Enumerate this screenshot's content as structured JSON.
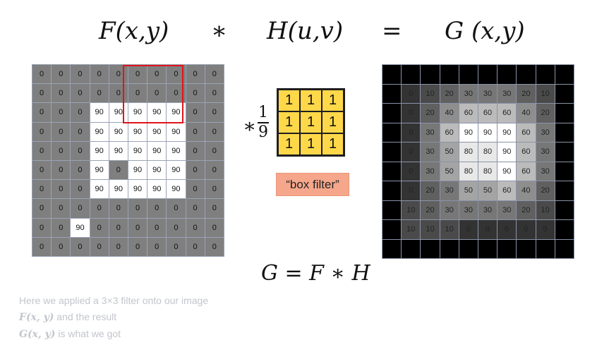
{
  "equation": {
    "f": "F(x,y)",
    "conv": "∗",
    "h": "H(u,v)",
    "eq": "=",
    "g": "G (x,y)"
  },
  "kernel": {
    "star": "∗",
    "numerator": "1",
    "denominator": "9",
    "values": [
      [
        "1",
        "1",
        "1"
      ],
      [
        "1",
        "1",
        "1"
      ],
      [
        "1",
        "1",
        "1"
      ]
    ],
    "label": "“box filter”"
  },
  "bottom_equation": "G = F ∗ H",
  "caption": {
    "line1": "Here we applied a 3×3 filter onto our image",
    "f_symbol": "F(x, y)",
    "line2_text": " and the result",
    "g_symbol": "G(x, y)",
    "line3_text": " is what we got"
  },
  "input_grid": [
    [
      "0",
      "0",
      "0",
      "0",
      "0",
      "0",
      "0",
      "0",
      "0",
      "0"
    ],
    [
      "0",
      "0",
      "0",
      "0",
      "0",
      "0",
      "0",
      "0",
      "0",
      "0"
    ],
    [
      "0",
      "0",
      "0",
      "90",
      "90",
      "90",
      "90",
      "90",
      "0",
      "0"
    ],
    [
      "0",
      "0",
      "0",
      "90",
      "90",
      "90",
      "90",
      "90",
      "0",
      "0"
    ],
    [
      "0",
      "0",
      "0",
      "90",
      "90",
      "90",
      "90",
      "90",
      "0",
      "0"
    ],
    [
      "0",
      "0",
      "0",
      "90",
      "0",
      "90",
      "90",
      "90",
      "0",
      "0"
    ],
    [
      "0",
      "0",
      "0",
      "90",
      "90",
      "90",
      "90",
      "90",
      "0",
      "0"
    ],
    [
      "0",
      "0",
      "0",
      "0",
      "0",
      "0",
      "0",
      "0",
      "0",
      "0"
    ],
    [
      "0",
      "0",
      "90",
      "0",
      "0",
      "0",
      "0",
      "0",
      "0",
      "0"
    ],
    [
      "0",
      "0",
      "0",
      "0",
      "0",
      "0",
      "0",
      "0",
      "0",
      "0"
    ]
  ],
  "output_grid": [
    [
      "",
      "",
      "",
      "",
      "",
      "",
      "",
      "",
      "",
      ""
    ],
    [
      "",
      "0",
      "10",
      "20",
      "30",
      "30",
      "30",
      "20",
      "10",
      ""
    ],
    [
      "",
      "0",
      "20",
      "40",
      "60",
      "60",
      "60",
      "40",
      "20",
      ""
    ],
    [
      "",
      "0",
      "30",
      "60",
      "90",
      "90",
      "90",
      "60",
      "30",
      ""
    ],
    [
      "",
      "0",
      "30",
      "50",
      "80",
      "80",
      "90",
      "60",
      "30",
      ""
    ],
    [
      "",
      "0",
      "30",
      "50",
      "80",
      "80",
      "90",
      "60",
      "30",
      ""
    ],
    [
      "",
      "0",
      "20",
      "30",
      "50",
      "50",
      "60",
      "40",
      "20",
      ""
    ],
    [
      "",
      "10",
      "20",
      "30",
      "30",
      "30",
      "30",
      "20",
      "10",
      ""
    ],
    [
      "",
      "10",
      "10",
      "10",
      "0",
      "0",
      "0",
      "0",
      "0",
      ""
    ],
    [
      "",
      "",
      "",
      "",
      "",
      "",
      "",
      "",
      "",
      ""
    ]
  ],
  "colors": {
    "input_dark": "#7f7f7f",
    "input_bright": "#ffffff",
    "highlight": "#e0141a",
    "kernel_fill": "#ffd84a",
    "label_fill": "#f6a78b"
  }
}
